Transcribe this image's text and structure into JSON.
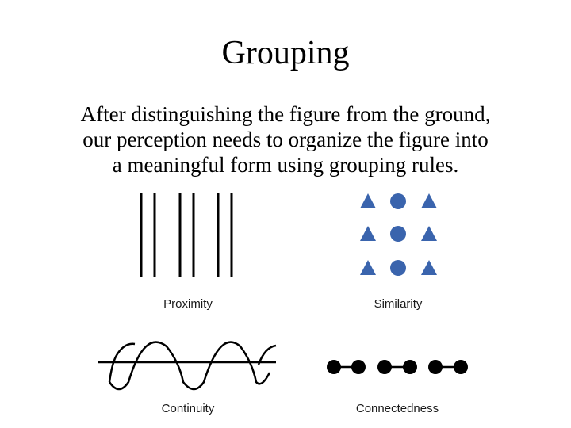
{
  "slide": {
    "title": "Grouping",
    "body_lines": [
      "After distinguishing the figure from the ground,",
      "our perception needs to organize the figure into",
      "a meaningful form using grouping rules."
    ]
  },
  "figure": {
    "shape_color": "#3a64ad",
    "line_color": "#000000",
    "captions": {
      "proximity": "Proximity",
      "similarity": "Similarity",
      "continuity": "Continuity",
      "connectedness": "Connectedness"
    }
  }
}
